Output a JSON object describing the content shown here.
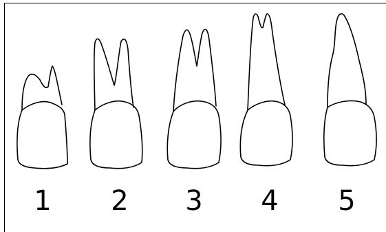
{
  "diagram": {
    "teeth": [
      {
        "label": "1",
        "shape": "short-bifurcated-root"
      },
      {
        "label": "2",
        "shape": "deeply-bifurcated-root"
      },
      {
        "label": "3",
        "shape": "bifurcated-root"
      },
      {
        "label": "4",
        "shape": "apically-bifurcated-root"
      },
      {
        "label": "5",
        "shape": "single-root"
      }
    ]
  }
}
